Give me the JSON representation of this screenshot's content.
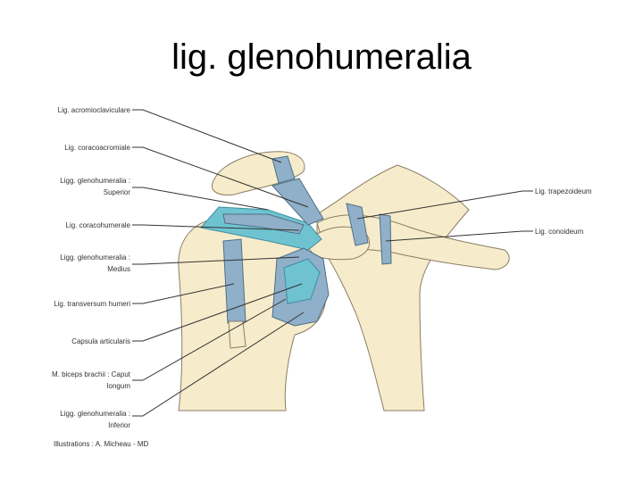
{
  "slide": {
    "title": "lig. glenohumeralia"
  },
  "labels": {
    "acromioclaviculare": "Lig. acromioclaviculare",
    "coracoacromiale": "Lig. coracoacromiale",
    "gh_superior_1": "Ligg. glenohumeralia :",
    "gh_superior_2": "Superior",
    "coracohumerale": "Lig. coracohumerale",
    "gh_medius_1": "Ligg. glenohumeralia :",
    "gh_medius_2": "Medius",
    "transversum": "Lig. transversum humeri",
    "capsula": "Capsula articularis",
    "biceps_1": "M. biceps brachii : Caput",
    "biceps_2": "longum",
    "gh_inferior_1": "Ligg. glenohumeralia :",
    "gh_inferior_2": "Inferior",
    "trapezoideum": "Lig. trapezoideum",
    "conoideum": "Lig. conoideum"
  },
  "credit": "Illustrations : A. Micheau - MD",
  "colors": {
    "bone": "#f6eccb",
    "ligament": "#8fb0c8",
    "glenohumeral_highlight": "#6fc3d0"
  }
}
